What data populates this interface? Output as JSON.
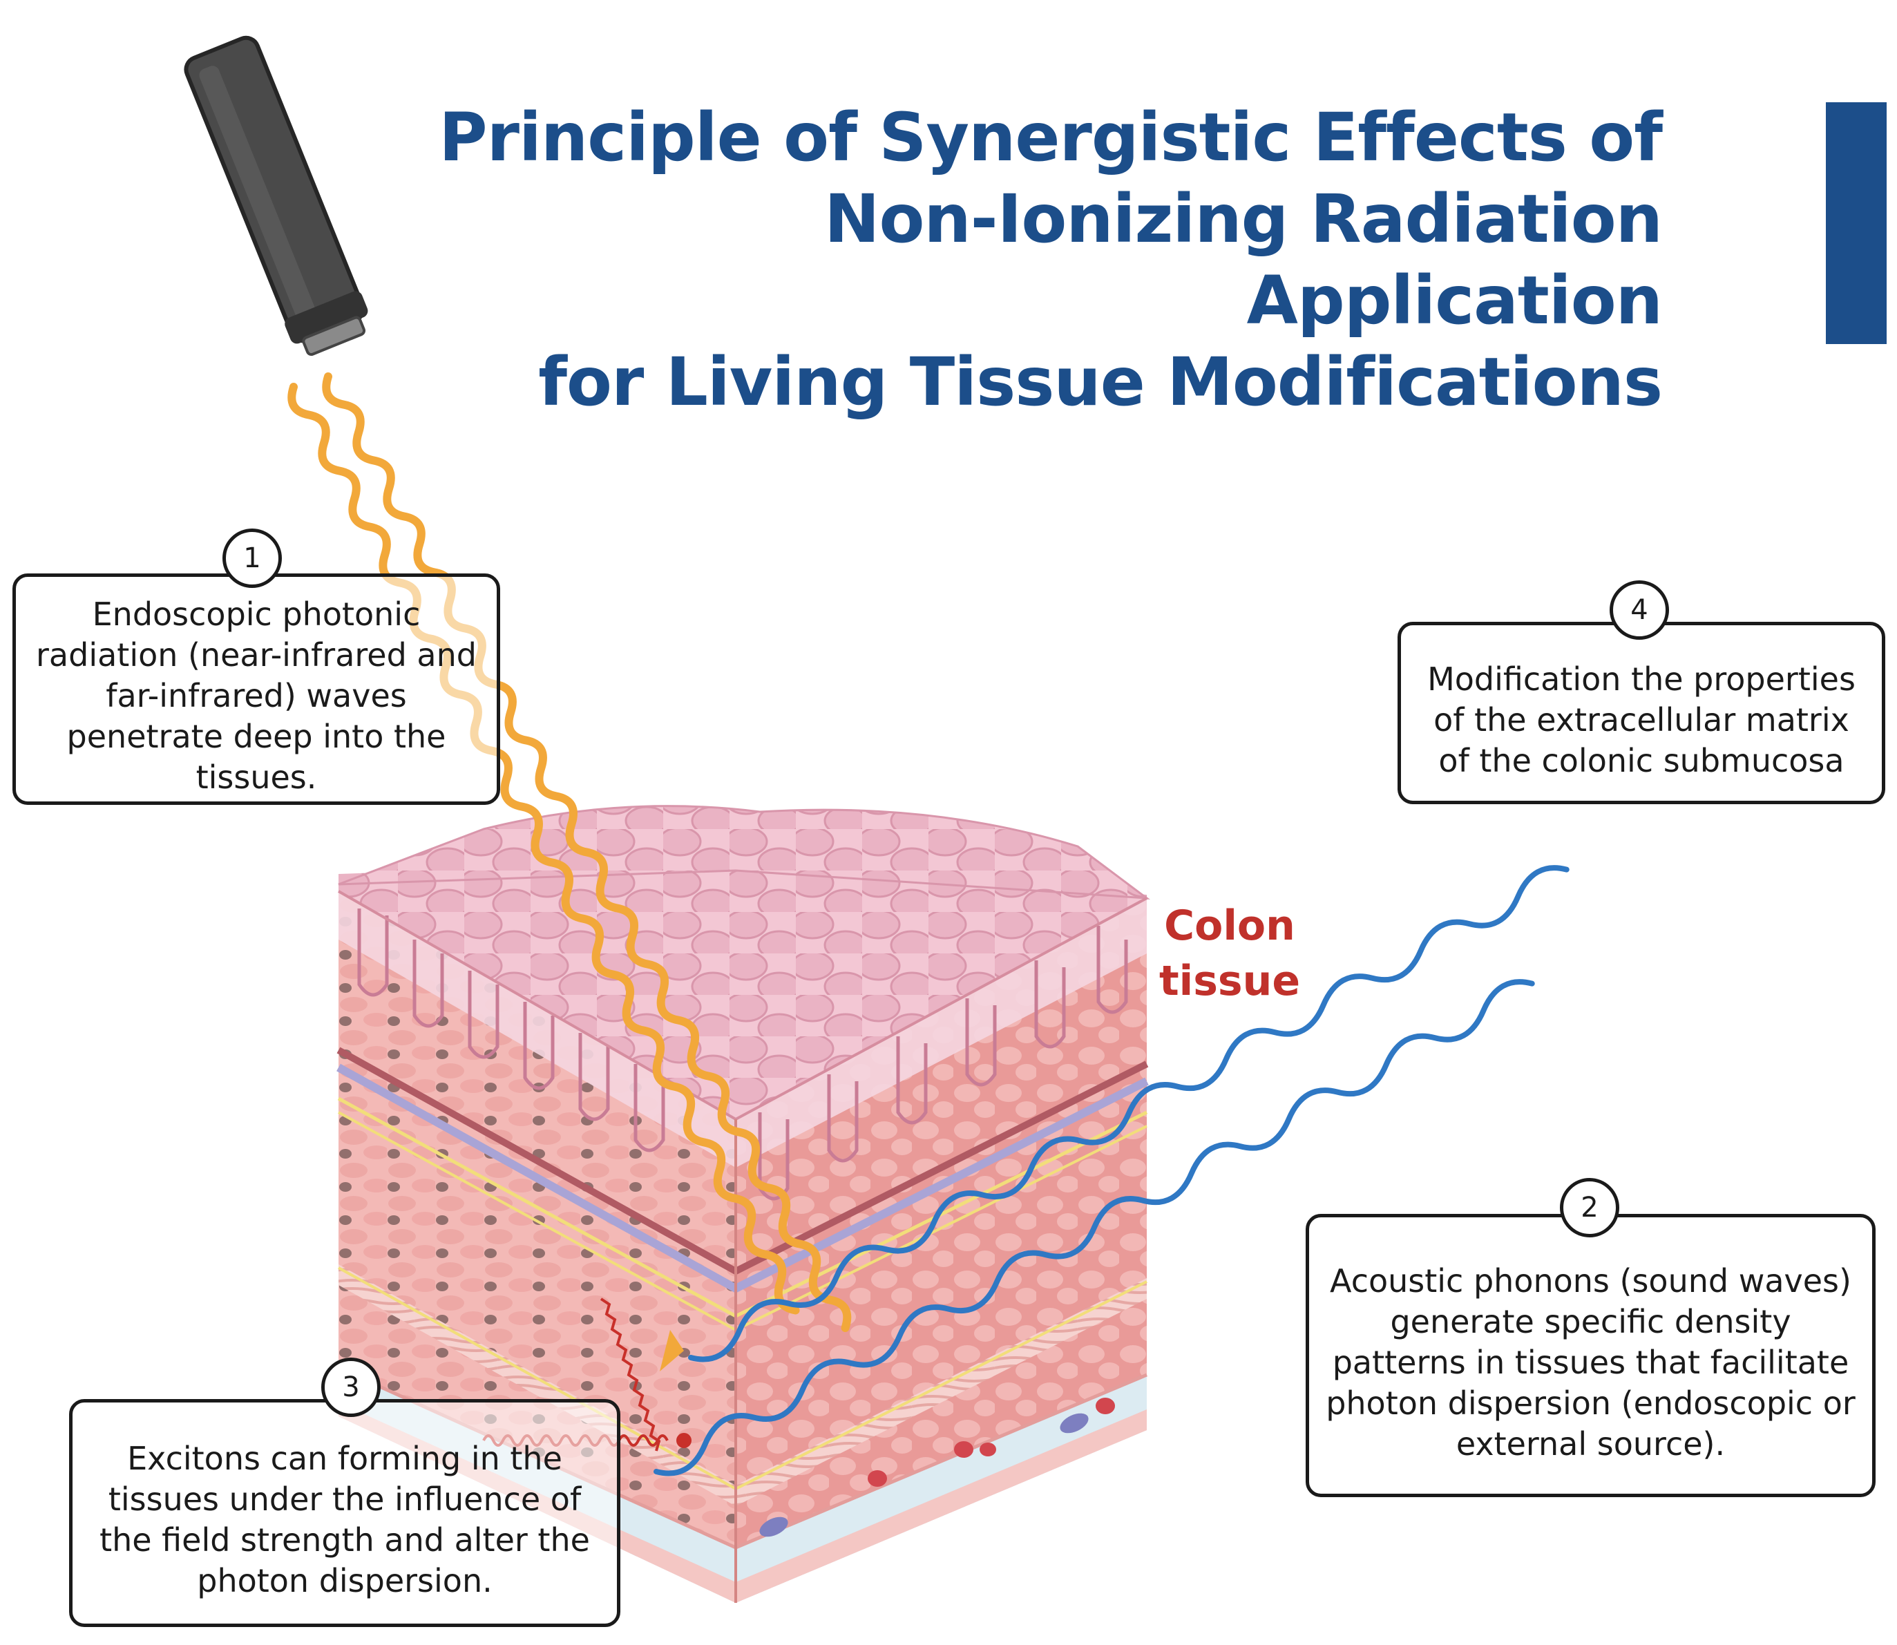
{
  "title": {
    "lines": [
      "Principle of Synergistic Effects of",
      "Non-Ionizing Radiation Application",
      "for Living Tissue Modifications"
    ],
    "color": "#1c4e8a"
  },
  "tissue_label": {
    "lines": [
      "Colon",
      "tissue"
    ],
    "color": "#c0312b"
  },
  "callouts": [
    {
      "number": "1",
      "text": "Endoscopic photonic radiation (near-infrared and far-infrared) waves penetrate deep into the tissues."
    },
    {
      "number": "2",
      "text": "Acoustic phonons (sound waves) generate specific density patterns in tissues that facilitate photon dispersion (endoscopic or external source)."
    },
    {
      "number": "3",
      "text": "Excitons can forming in the tissues under the influence of the field strength and alter the photon dispersion."
    },
    {
      "number": "4",
      "text": "Modification the properties of the extracellular matrix of the colonic submucosa"
    }
  ],
  "colors": {
    "photonic_wave": "#f2a83a",
    "acoustic_wave": "#2f78c4",
    "exciton_wave": "#c8302a",
    "endoscope": "#4a4a4a",
    "tissue_mucosa": "#f2c4d0",
    "tissue_muscle": "#f0b3b0",
    "tissue_serosa": "#dcebf2"
  },
  "icons": [
    "endoscope-icon",
    "colon-tissue-block-icon"
  ]
}
